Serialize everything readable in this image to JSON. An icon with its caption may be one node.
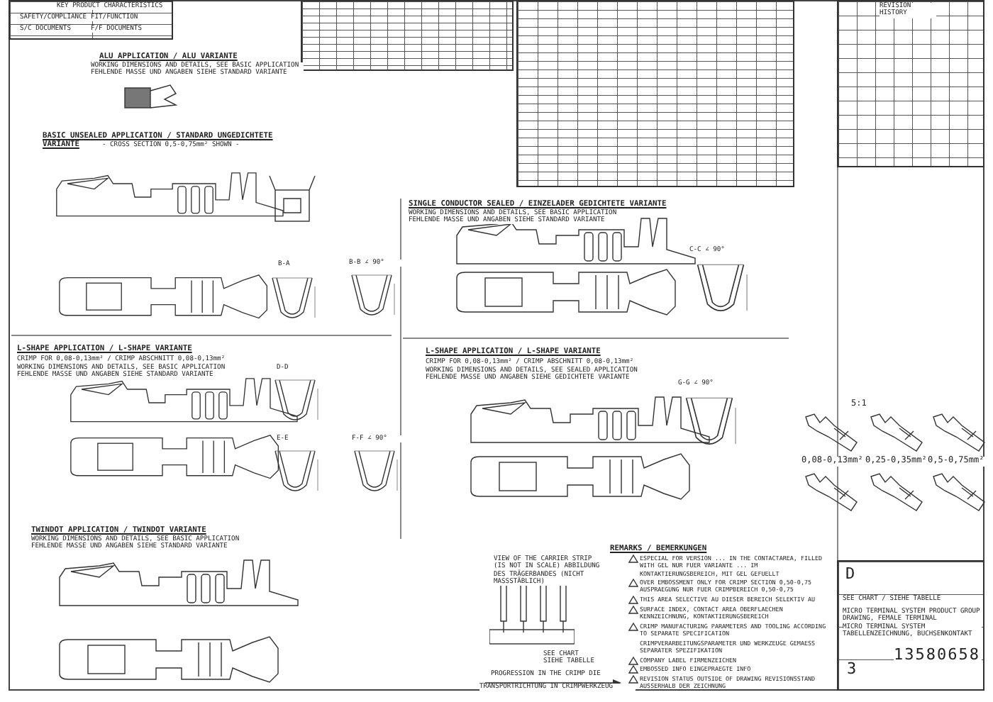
{
  "diagram": {
    "nodes": [
      {
        "text": [],
        "shape": "box"
      },
      {
        "text": [],
        "shape": "box"
      }
    ],
    "labels": [
      "KEY PRODUCT CHARACTERISTICS",
      "SAFETY/COMPLIANCE",
      "FIT/FUNCTION",
      "S/C DOCUMENTS",
      "F/F DOCUMENTS",
      "ALU APPLICATION / ALU VARIANTE",
      "WORKING DIMENSIONS AND DETAILS, SEE BASIC APPLICATION",
      "FEHLENDE MASSE UND ANGABEN SIEHE STANDARD VARIANTE",
      "BASIC UNSEALED APPLICATION / STANDARD UNGEDICHTETE VARIANTE",
      "- CROSS SECTION 0,5-0,75mm² SHOWN -",
      "B-A",
      "B-B ∠ 90°",
      "SINGLE CONDUCTOR SEALED / EINZELADER GEDICHTETE VARIANTE",
      "WORKING DIMENSIONS AND DETAILS, SEE BASIC APPLICATION",
      "FEHLENDE MASSE UND ANGABEN SIEHE STANDARD VARIANTE",
      "C-C ∠ 90°",
      "L-SHAPE APPLICATION / L-SHAPE VARIANTE",
      "CRIMP FOR 0,08-0,13mm² / CRIMP ABSCHNITT 0,08-0,13mm²",
      "WORKING DIMENSIONS AND DETAILS, SEE BASIC APPLICATION",
      "FEHLENDE MASSE UND ANGABEN SIEHE STANDARD VARIANTE",
      "D-D",
      "E-E",
      "F-F ∠ 90°",
      "L-SHAPE APPLICATION / L-SHAPE VARIANTE",
      "CRIMP FOR 0,08-0,13mm² / CRIMP ABSCHNITT 0,08-0,13mm²",
      "WORKING DIMENSIONS AND DETAILS, SEE SEALED APPLICATION",
      "FEHLENDE MASSE UND ANGABEN SIEHE GEDICHTETE VARIANTE",
      "G-G ∠ 90°",
      "TWINDOT APPLICATION / TWINDOT VARIANTE",
      "WORKING DIMENSIONS AND DETAILS, SEE BASIC APPLICATION",
      "FEHLENDE MASSE UND ANGABEN SIEHE STANDARD VARIANTE",
      "VIEW OF THE CARRIER STRIP (IS NOT IN SCALE) ABBILDUNG DES TRÄGERBANDES (NICHT MASSSTÄBLICH)",
      "SEE CHART SIEHE TABELLE",
      "PROGRESSION IN THE CRIMP DIE",
      "TRANSPORTRICHTUNG IN CRIMPWERKZEUG",
      "REMARKS / BEMERKUNGEN",
      "ESPECIAL FOR VERSION ... IN THE CONTACTAREA, FILLED WITH GEL NUR FUER VARIANTE ... IM KONTAKTIERUNGSBEREICH, MIT GEL GEFUELLT",
      "OVER EMBOSSMENT ONLY FOR CRIMP SECTION 0,50-0,75 AUSPRAEGUNG NUR FUER CRIMPBEREICH 0,50-0,75",
      "THIS AREA SELECTIVE AU DIESER BEREICH SELEKTIV AU",
      "SURFACE INDEX, CONTACT AREA OBERFLAECHEN KENNZEICHNUNG, KONTAKTIERUNGSBEREICH",
      "CRIMP MANUFACTURING PARAMETERS AND TOOLING ACCORDING TO SEPARATE SPECIFICATION",
      "CRIMPVERARBEITUNGSPARAMETER UND WERKZEUGE GEMAESS SEPARATER SPEZIFIKATION",
      "COMPANY LABEL FIRMENZEICHEN",
      "EMBOSSED INFO EINGEPRAEGTE INFO",
      "REVISION STATUS OUTSIDE OF DRAWING REVISIONSSTAND AUSSERHALB DER ZEICHNUNG",
      "REVISION HISTORY",
      "5:1",
      "0,08-0,13mm²",
      "0,25-0,35mm²",
      "0,5-0,75mm²",
      "D",
      "SEE CHART / SIEHE TABELLE",
      "MICRO TERMINAL SYSTEM PRODUCT GROUP DRAWING, FEMALE TERMINAL",
      "MICRO TERMINAL SYSTEM TABELLENZEICHNUNG, BUCHSENKONTAKT",
      "13580658",
      "3"
    ]
  }
}
